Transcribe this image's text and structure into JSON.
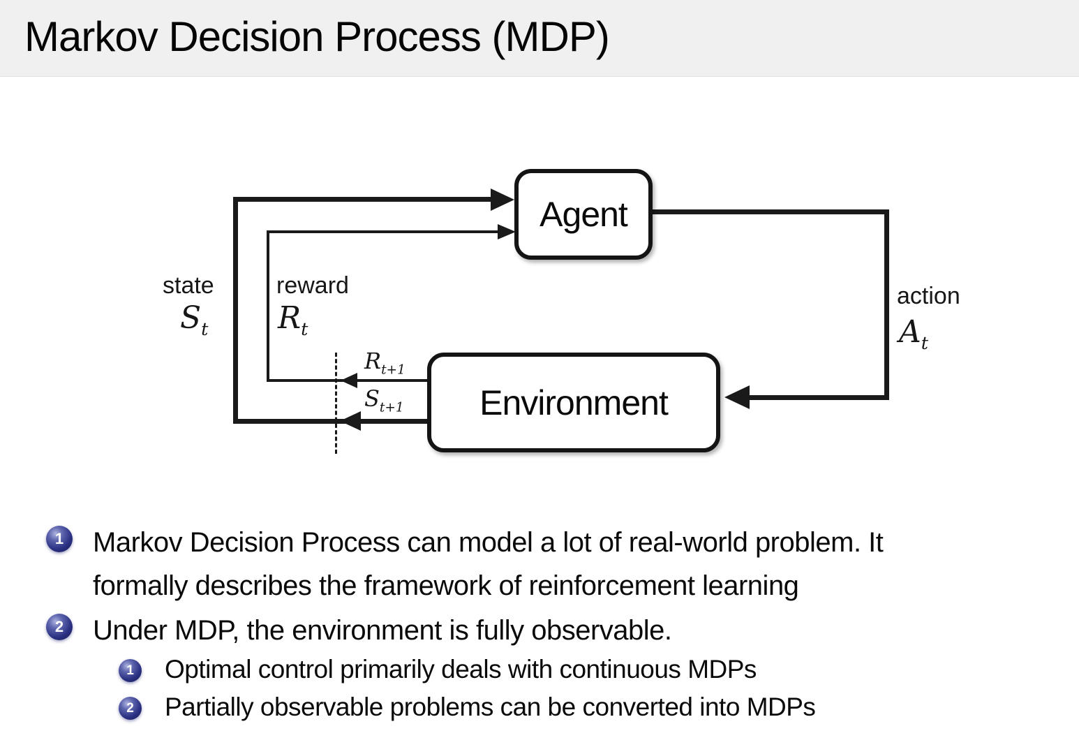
{
  "header": {
    "title": "Markov Decision Process (MDP)"
  },
  "diagram": {
    "agent_label": "Agent",
    "environment_label": "Environment",
    "state_label": "state",
    "reward_label": "reward",
    "action_label": "action",
    "state_sym": {
      "base": "S",
      "sub": "t"
    },
    "reward_sym": {
      "base": "R",
      "sub": "t"
    },
    "action_sym": {
      "base": "A",
      "sub": "t"
    },
    "next_reward_sym": {
      "base": "R",
      "sub": "t+1"
    },
    "next_state_sym": {
      "base": "S",
      "sub": "t+1"
    }
  },
  "bullets": [
    {
      "marker": "1",
      "lines": [
        "Markov Decision Process can model a lot of real-world problem. It",
        "formally describes the framework of reinforcement learning"
      ]
    },
    {
      "marker": "2",
      "lines": [
        "Under MDP, the environment is fully observable."
      ]
    }
  ],
  "sub_bullets": [
    {
      "marker": "1",
      "text": "Optimal control primarily deals with continuous MDPs"
    },
    {
      "marker": "2",
      "text": "Partially observable problems can be converted into MDPs"
    }
  ],
  "colors": {
    "header_bg": "#f0f0f1",
    "line": "#1a1a1a",
    "bullet_ball": "#2b3182"
  }
}
